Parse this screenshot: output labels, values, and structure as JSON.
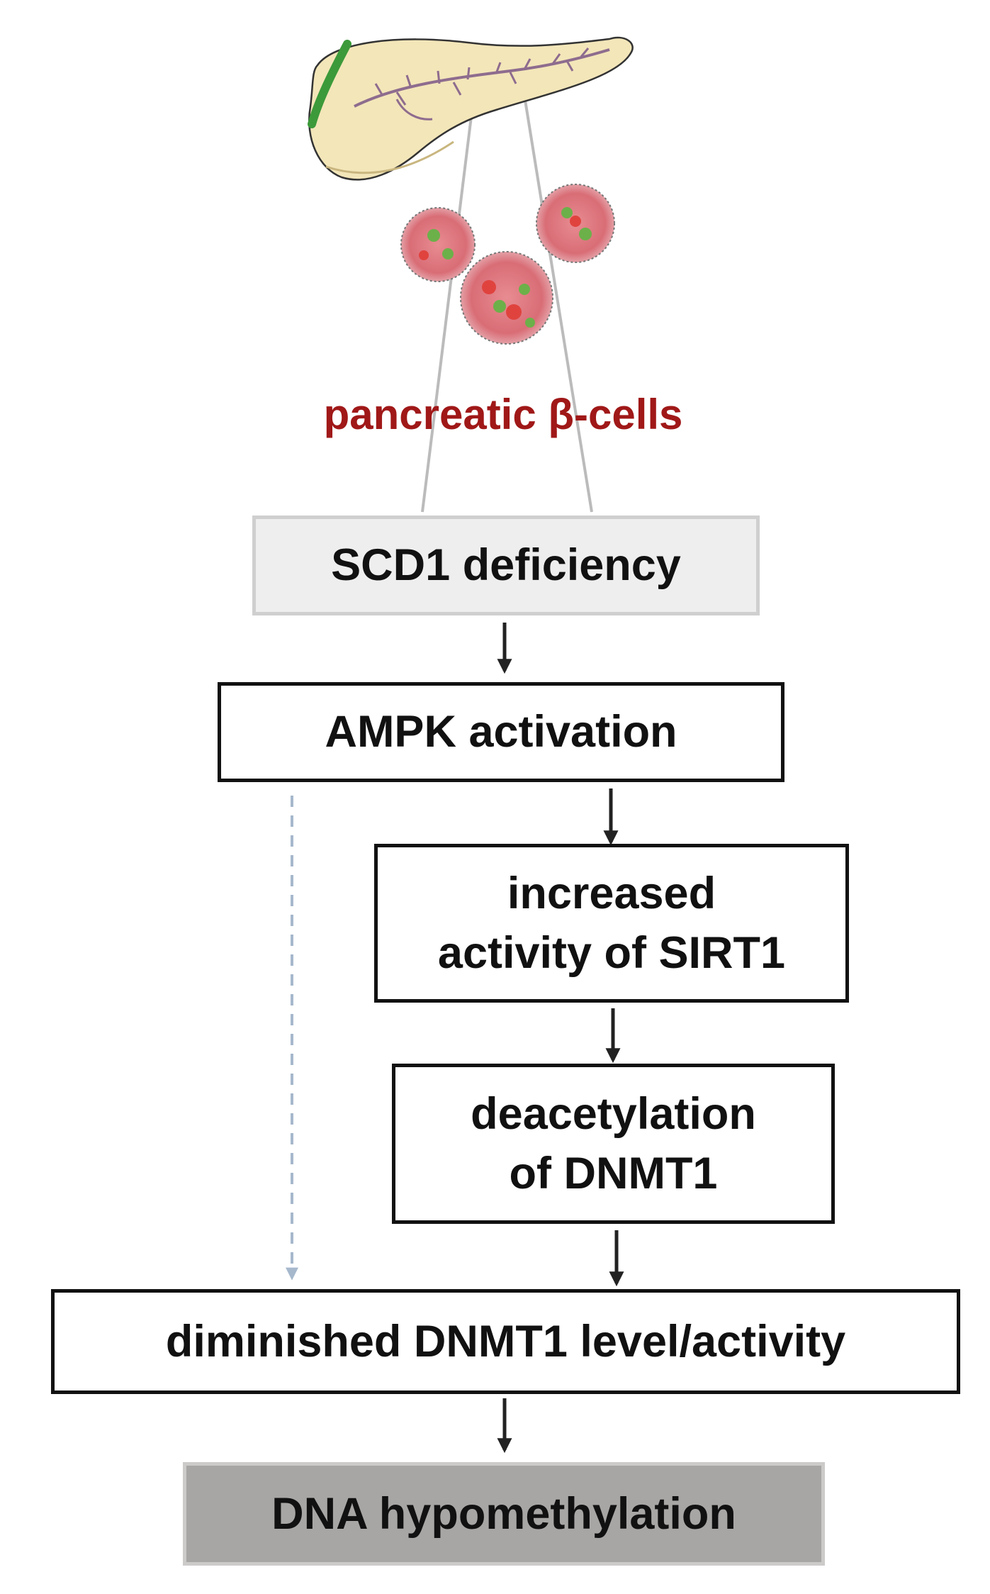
{
  "label": {
    "text": "pancreatic β-cells",
    "color": "#a01818"
  },
  "steps": {
    "scd1": {
      "text": "SCD1 deficiency"
    },
    "ampk": {
      "text": "AMPK activation"
    },
    "sirt1": {
      "line1": "increased",
      "line2": "activity of SIRT1"
    },
    "deacetylation": {
      "line1": "deacetylation",
      "line2": "of DNMT1"
    },
    "dnmt1": {
      "text": "diminished DNMT1 level/activity"
    },
    "hypomethylation": {
      "text": "DNA hypomethylation"
    }
  },
  "colors": {
    "box_border": "#111111",
    "start_fill": "#eeeeee",
    "end_fill": "#a8a6a5",
    "arrow": "#222222",
    "dashed_arrow": "#a6b8cc"
  }
}
